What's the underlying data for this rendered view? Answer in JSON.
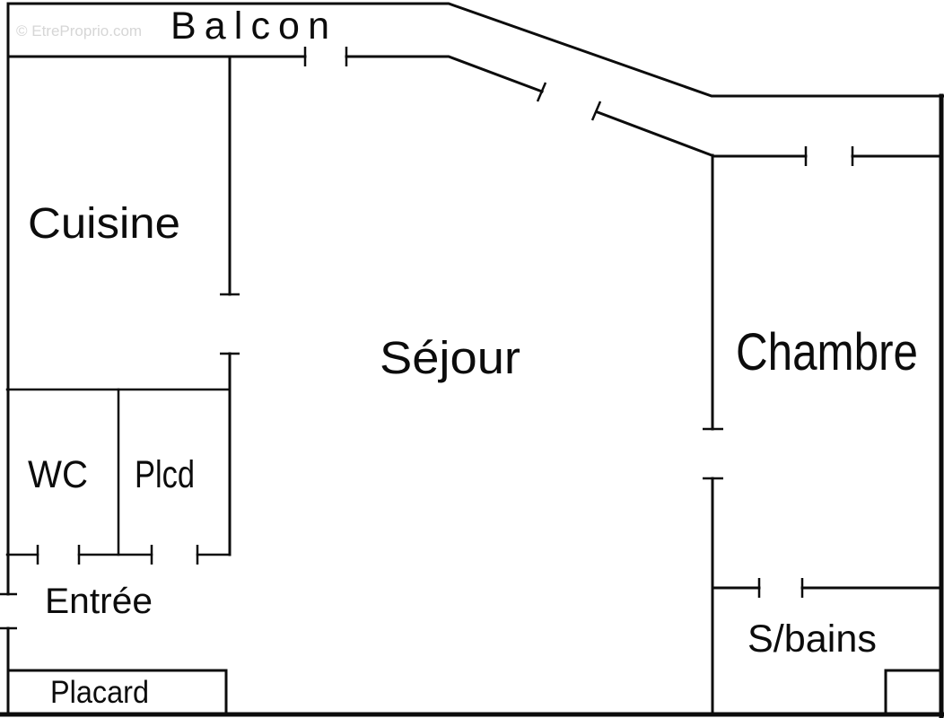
{
  "watermark": "© EtreProprio.com",
  "rooms": {
    "balcon": {
      "label": "Balcon"
    },
    "cuisine": {
      "label": "Cuisine"
    },
    "sejour": {
      "label": "Séjour"
    },
    "chambre": {
      "label": "Chambre"
    },
    "wc": {
      "label": "WC"
    },
    "plcd": {
      "label": "Plcd"
    },
    "entree": {
      "label": "Entrée"
    },
    "placard": {
      "label": "Placard"
    },
    "sdb": {
      "label": "S/bains"
    }
  },
  "colors": {
    "wall": "#0c0c0c",
    "background": "#ffffff",
    "watermark": "#d6d6d6"
  }
}
